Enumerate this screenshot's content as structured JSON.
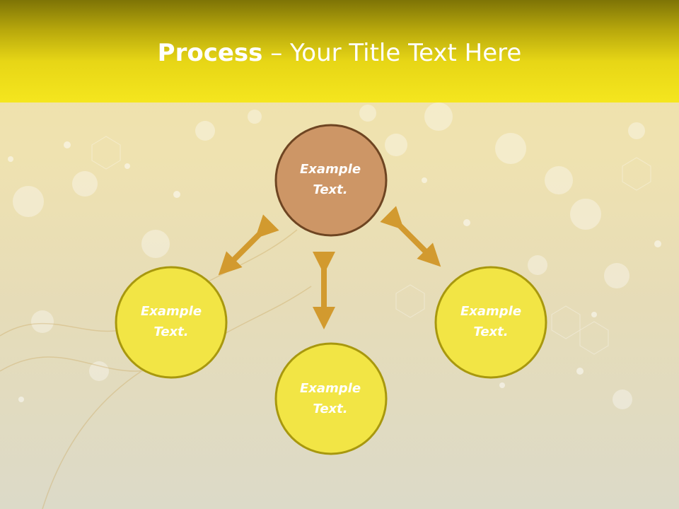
{
  "title": {
    "bold_part": "Process",
    "separator": " – ",
    "rest": "Your Title Text Here"
  },
  "nodes": {
    "top": "Example\nText.",
    "left": "Example\nText.",
    "right": "Example\nText.",
    "bottom": "Example\nText."
  },
  "colors": {
    "header": "#f0e01a",
    "top_node_fill": "#cd9666",
    "top_node_border": "#6e4522",
    "node_fill": "#f2e545",
    "node_border": "#a8980e",
    "arrow": "#d29a2f"
  }
}
